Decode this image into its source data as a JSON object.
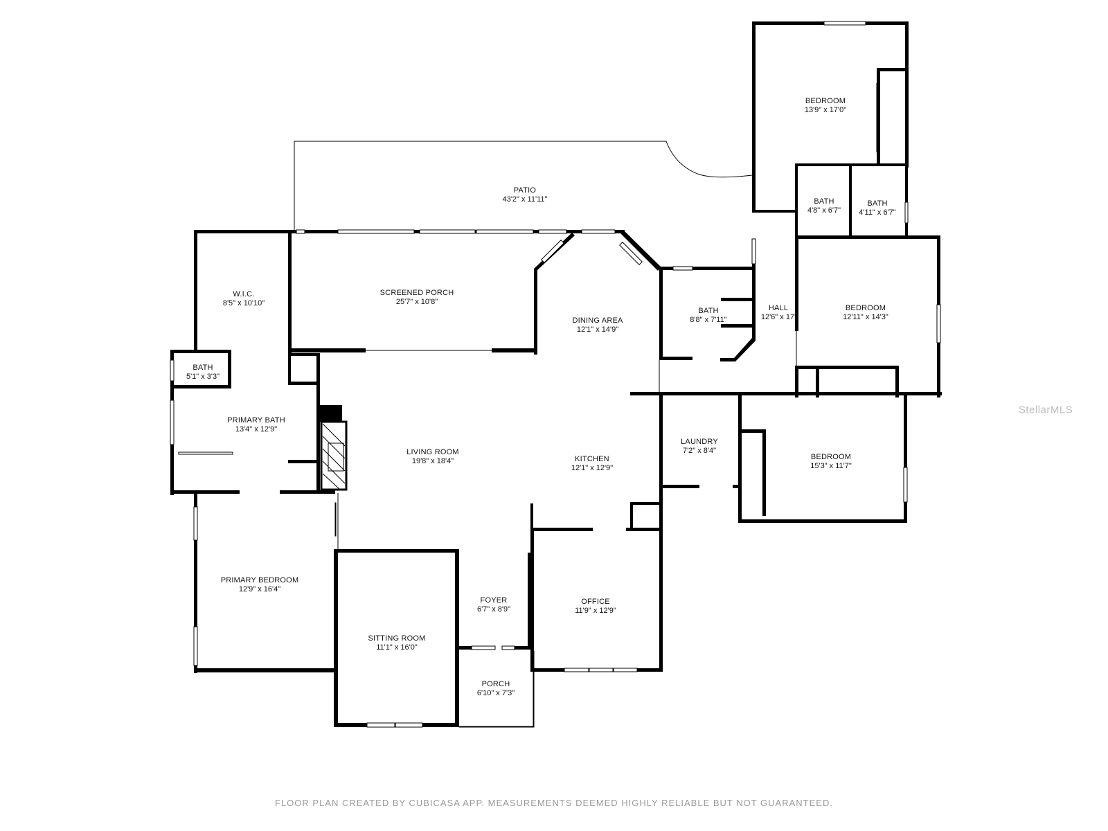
{
  "rooms": {
    "patio": {
      "name": "PATIO",
      "dim": "43'2\" x 11'11\""
    },
    "bedroom_top": {
      "name": "BEDROOM",
      "dim": "13'9\" x 17'0\""
    },
    "bath_a": {
      "name": "BATH",
      "dim": "4'8\" x 6'7\""
    },
    "bath_b": {
      "name": "BATH",
      "dim": "4'11\" x 6'7\""
    },
    "wic": {
      "name": "W.I.C.",
      "dim": "8'5\" x 10'10\""
    },
    "screened_porch": {
      "name": "SCREENED PORCH",
      "dim": "25'7\" x 10'8\""
    },
    "dining_area": {
      "name": "DINING AREA",
      "dim": "12'1\" x 14'9\""
    },
    "bath_mid": {
      "name": "BATH",
      "dim": "8'8\" x 7'11\""
    },
    "hall": {
      "name": "HALL",
      "dim": "12'6\" x 17'"
    },
    "bedroom_right": {
      "name": "BEDROOM",
      "dim": "12'11\" x 14'3\""
    },
    "bath_small": {
      "name": "BATH",
      "dim": "5'1\" x 3'3\""
    },
    "primary_bath": {
      "name": "PRIMARY BATH",
      "dim": "13'4\" x 12'9\""
    },
    "living_room": {
      "name": "LIVING ROOM",
      "dim": "19'8\" x 18'4\""
    },
    "kitchen": {
      "name": "KITCHEN",
      "dim": "12'1\" x 12'9\""
    },
    "laundry": {
      "name": "LAUNDRY",
      "dim": "7'2\" x 8'4\""
    },
    "bedroom_lower": {
      "name": "BEDROOM",
      "dim": "15'3\" x 11'7\""
    },
    "primary_bedroom": {
      "name": "PRIMARY BEDROOM",
      "dim": "12'9\" x 16'4\""
    },
    "foyer": {
      "name": "FOYER",
      "dim": "6'7\" x 8'9\""
    },
    "office": {
      "name": "OFFICE",
      "dim": "11'9\" x 12'9\""
    },
    "sitting_room": {
      "name": "SITTING ROOM",
      "dim": "11'1\" x 16'0\""
    },
    "porch": {
      "name": "PORCH",
      "dim": "6'10\" x 7'3\""
    }
  },
  "footer": "FLOOR PLAN CREATED BY CUBICASA APP. MEASUREMENTS DEEMED HIGHLY RELIABLE BUT NOT GUARANTEED.",
  "watermark": "StellarMLS",
  "colors": {
    "wall": "#000000",
    "background": "#ffffff",
    "footer_text": "#9a9a9a",
    "watermark": "#bdbdbd"
  }
}
